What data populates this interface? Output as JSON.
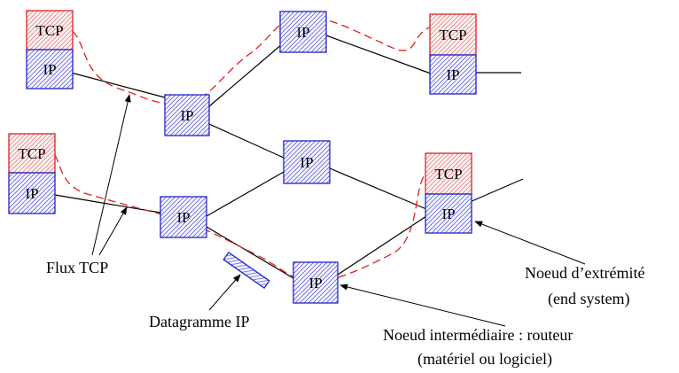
{
  "labels": {
    "ip": "IP",
    "tcp": "TCP",
    "flux_tcp": "Flux TCP",
    "datagramme": "Datagramme IP",
    "noeud_extremite_1": "Noeud d’extrémité",
    "noeud_extremite_2": "(end system)",
    "noeud_intermediaire_1": "Noeud intermédiaire : routeur",
    "noeud_intermediaire_2": "(matériel ou logiciel)"
  },
  "colors": {
    "ip_stroke": "#2222cc",
    "tcp_stroke": "#dd2222",
    "flow_line": "#e02020"
  }
}
